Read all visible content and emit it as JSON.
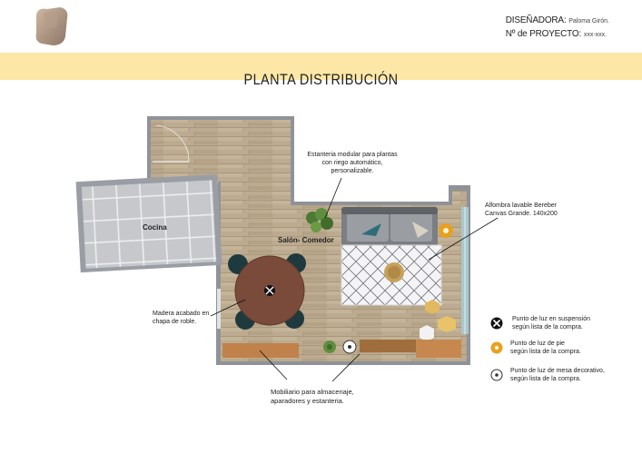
{
  "header": {
    "designer_label": "DISEÑADORA:",
    "designer_name": "Paloma Girón.",
    "project_label": "Nº de PROYECTO:",
    "project_number": "xxx-xxx."
  },
  "title": "PLANTA DISTRIBUCIÓN",
  "rooms": {
    "kitchen": "Cocina",
    "living": "Salón- Comedor"
  },
  "annotations": {
    "shelf": [
      "Estanteria modular para plantas",
      "con riego automático,",
      "personalizable."
    ],
    "rug": [
      "Alfombra lavable Bereber",
      "Canvas Grande. 140x200"
    ],
    "table": [
      "Madera acabado en",
      "chapa de roble."
    ],
    "storage": [
      "Mobiliario para almacenaje,",
      "aparadores y estanteria."
    ]
  },
  "legend": [
    {
      "icon": "pendant-light-icon",
      "lines": [
        "Punto de luz en suspensión",
        "según lista de la compra."
      ]
    },
    {
      "icon": "floor-lamp-icon",
      "lines": [
        "Punto de luz de pie",
        "según lista de la compra."
      ]
    },
    {
      "icon": "table-lamp-icon",
      "lines": [
        "Punto de luz de mesa decorativo,",
        "según lista de la compra."
      ]
    }
  ],
  "colors": {
    "band": "#fde7a6",
    "wood_floor": "#b9a88d",
    "wall": "#8f9399",
    "tile": "#c9cbcf",
    "table": "#7a4a3a",
    "chair": "#1f3a3e",
    "sofa": "#8d8f93",
    "floor_lamp": "#e8a020"
  }
}
